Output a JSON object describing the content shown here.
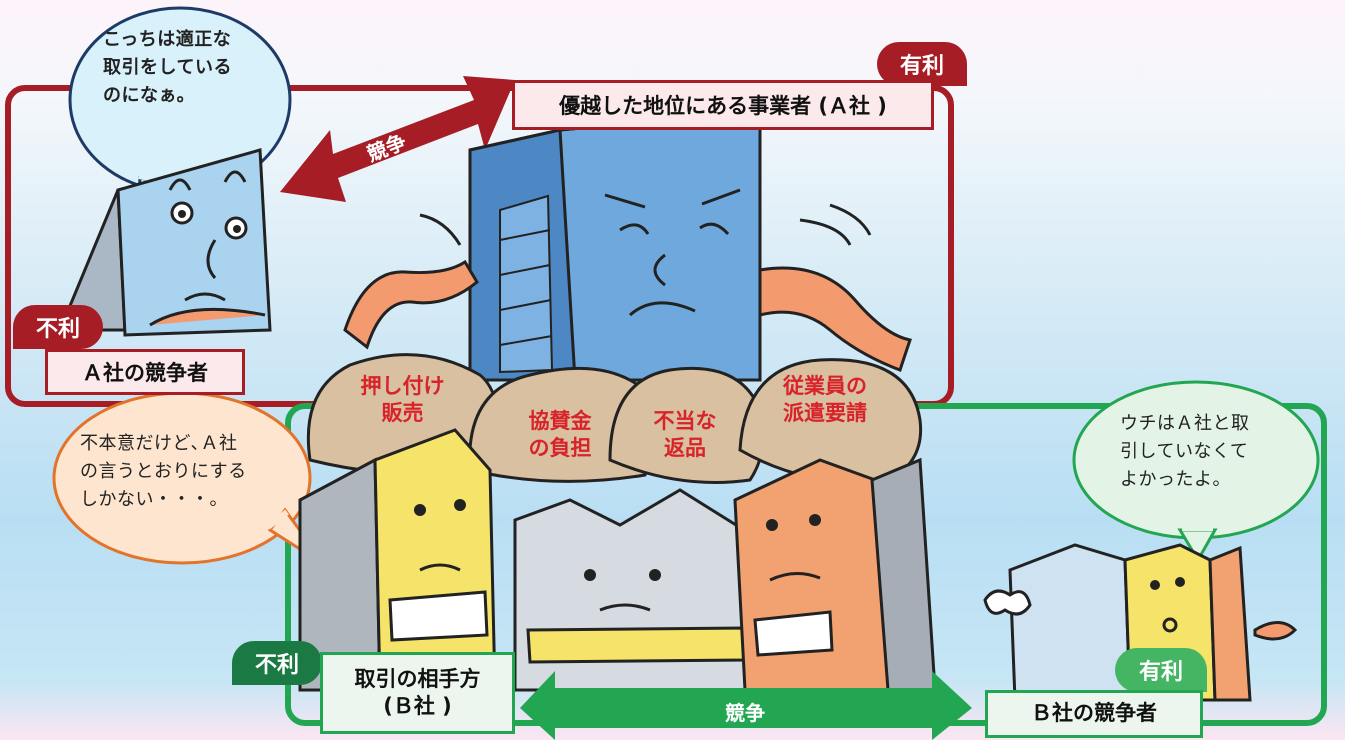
{
  "top_panel": {
    "advantage_badge": "有利",
    "dominant_firm_label": "優越した地位にある事業者 (Ａ社 )",
    "disadvantage_badge": "不利",
    "competitor_label": "Ａ社の競争者",
    "competitor_speech": "こっちは適正な\n取引をしている\nのになぁ。",
    "competition_arrow": "競争"
  },
  "pressure_rocks": [
    "押し付け\n販売",
    "協賛金\nの負担",
    "不当な\n返品",
    "従業員の\n派遣要請"
  ],
  "bottom_panel": {
    "disadvantage_badge": "不利",
    "partner_label": "取引の相手方\n(Ｂ社 )",
    "partner_speech": "不本意だけど､Ａ社\nの言うとおりにする\nしかない・・・。",
    "competition_arrow": "競争",
    "advantage_badge": "有利",
    "b_competitor_label": "Ｂ社の競争者",
    "b_competitor_speech": "ウチはＡ社と取\n引していなくて\nよかったよ。"
  },
  "colors": {
    "red_frame": "#a61d25",
    "green_frame": "#22a651",
    "dark_green_badge": "#1b7a43",
    "rock_text": "#d8232a"
  }
}
